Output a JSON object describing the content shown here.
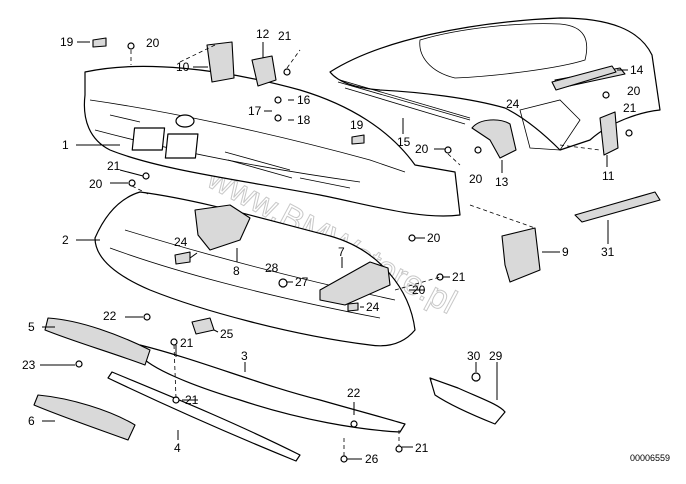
{
  "diagram_code": "00006559",
  "watermark": "www.BMWstore.pl",
  "callouts": [
    "1",
    "2",
    "3",
    "4",
    "5",
    "6",
    "7",
    "8",
    "9",
    "10",
    "11",
    "12",
    "13",
    "14",
    "15",
    "16",
    "17",
    "18",
    "19",
    "19",
    "20",
    "20",
    "20",
    "20",
    "20",
    "20",
    "20",
    "21",
    "21",
    "21",
    "21",
    "21",
    "21",
    "21",
    "22",
    "22",
    "23",
    "24",
    "24",
    "24",
    "25",
    "26",
    "27",
    "28",
    "29",
    "30",
    "31"
  ]
}
